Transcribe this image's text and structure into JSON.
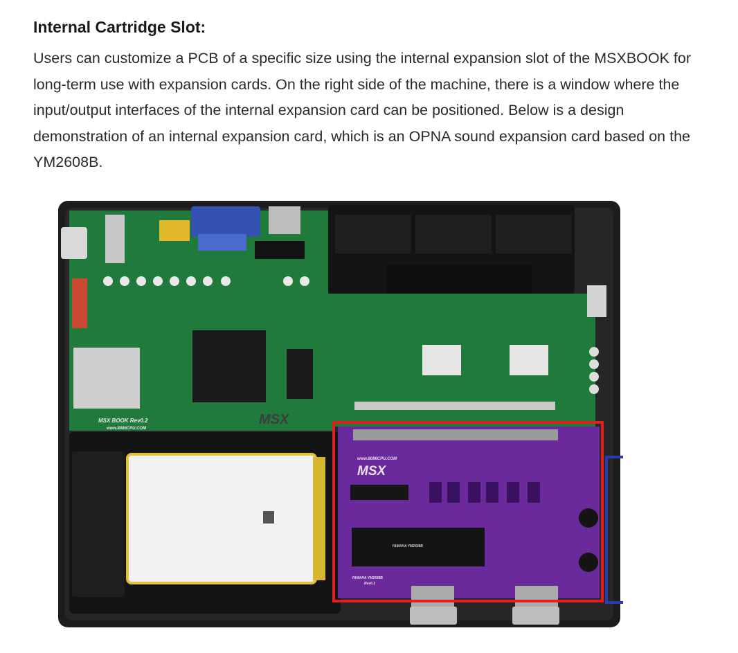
{
  "article": {
    "heading": "Internal Cartridge Slot:",
    "paragraph": "Users can customize a PCB of a specific size using the internal expansion slot of the MSXBOOK for long-term use with expansion cards. On the right side of the machine, there is a window where the input/output interfaces of the internal expansion card can be positioned. Below is a design demonstration of an internal expansion card, which is an OPNA sound expansion card based on the YM2608B."
  },
  "photo": {
    "mainboard_logo": "MSX",
    "mainboard_label": "MSX BOOK Rev0.2",
    "mainboard_url": "www.8086CPU.COM",
    "card_url": "www.8086CPU.COM",
    "card_logo": "MSX",
    "chip_label": "YAMAHA YM2608B",
    "card_label": "YAMAHA YM2608B",
    "card_rev": "Rev0.1",
    "colors": {
      "enclosure": "#1c1c1c",
      "mainboard": "#1f7a3c",
      "card": "#6b2a9c",
      "highlight_card": "#e01f1f",
      "highlight_window": "#2a3ab0"
    }
  }
}
